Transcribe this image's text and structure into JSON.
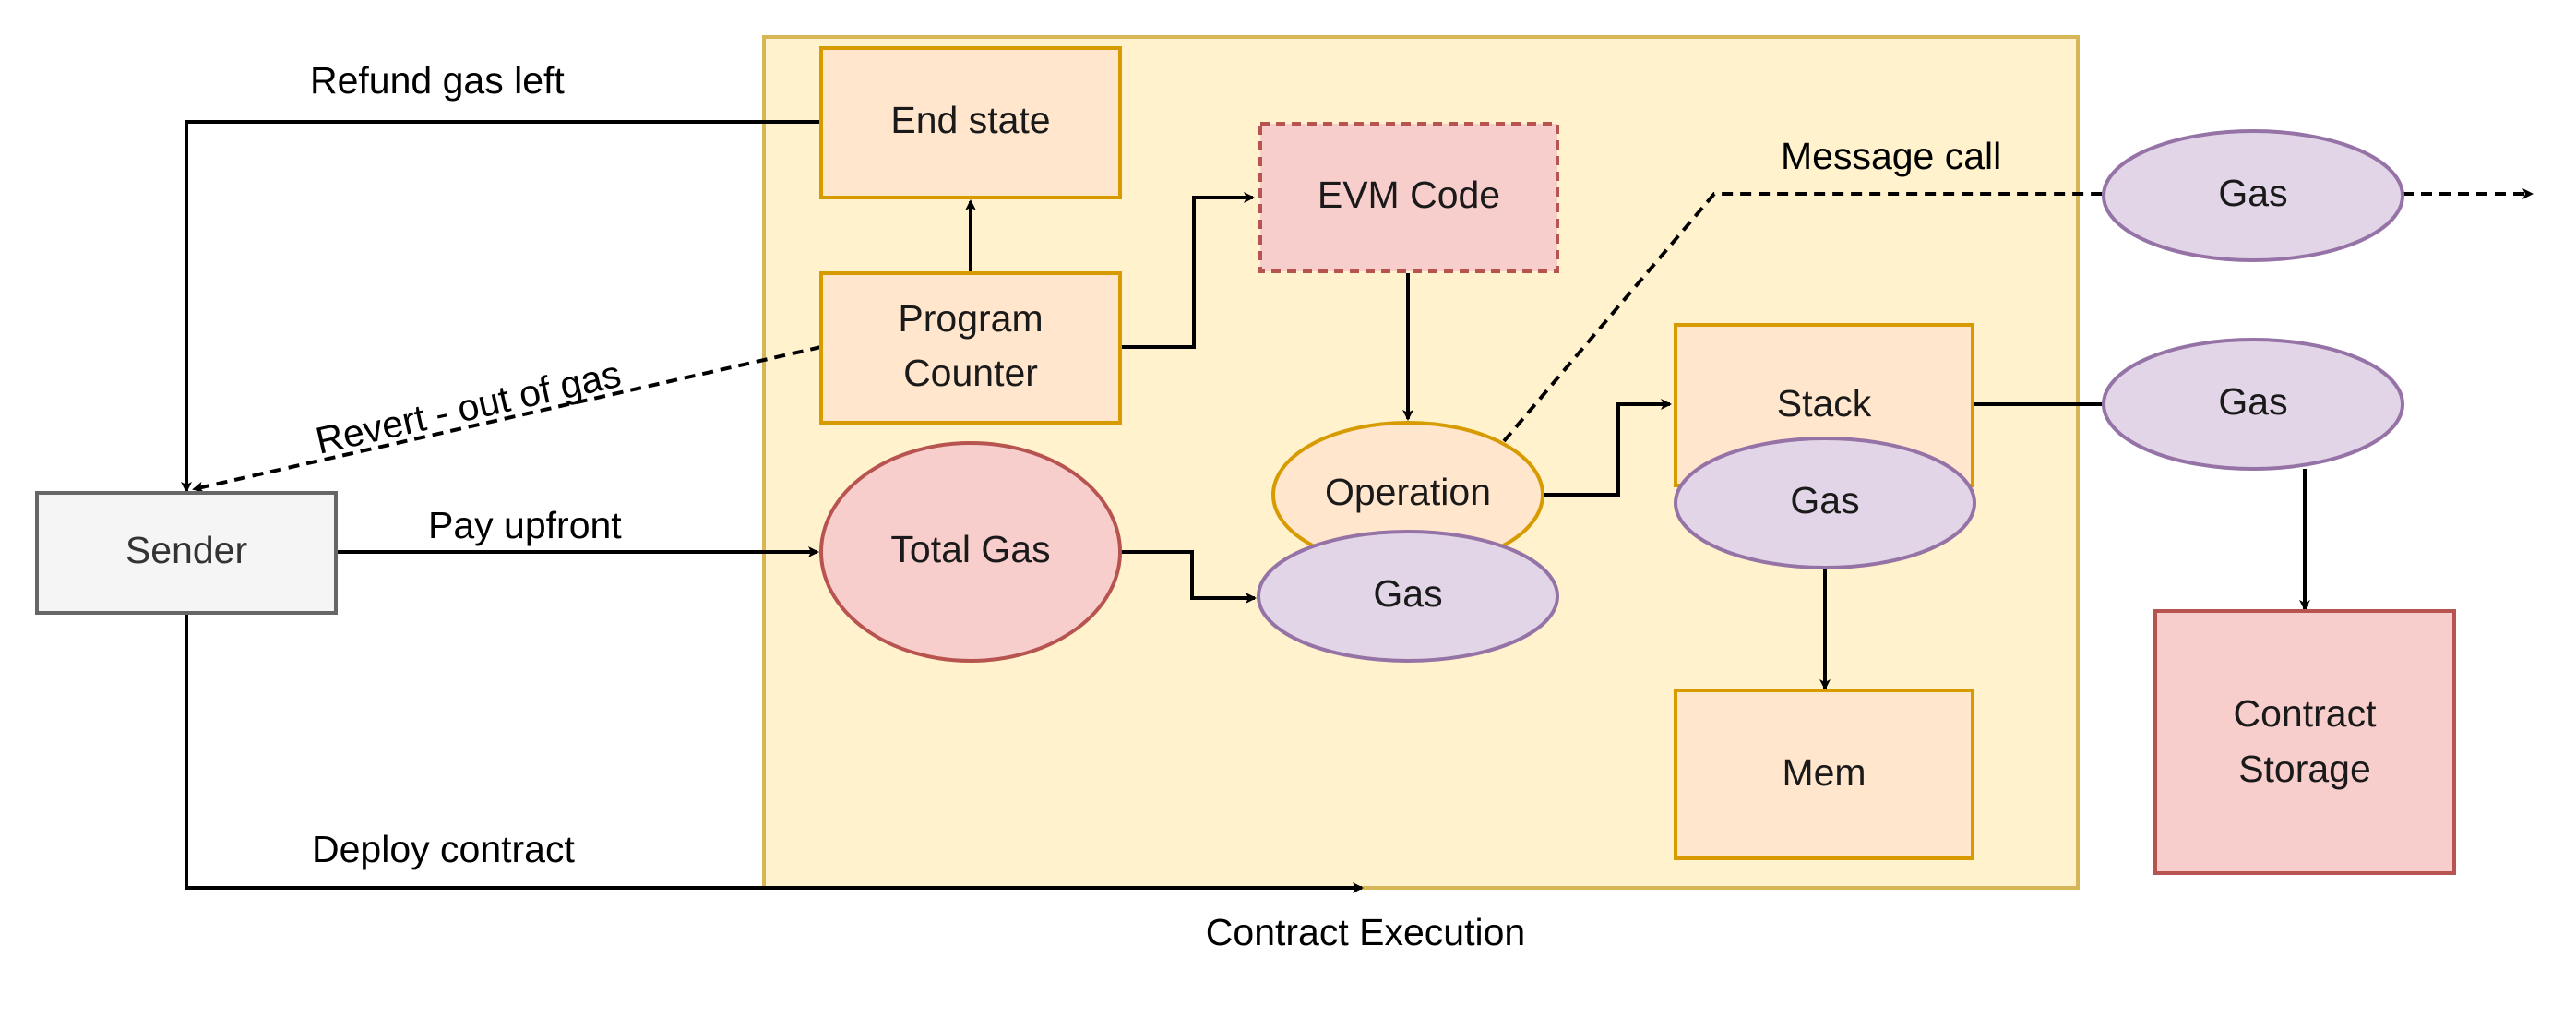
{
  "colors": {
    "container_fill": "#fff2cc",
    "container_stroke": "#d6b656",
    "orange_fill": "#ffe6cc",
    "orange_stroke": "#d79b00",
    "red_fill": "#f8cecc",
    "red_stroke": "#b85450",
    "purple_fill": "#e1d5e7",
    "purple_stroke": "#9673a6",
    "grey_fill": "#f5f5f5",
    "grey_stroke": "#666666",
    "edge": "#000000"
  },
  "nodes": {
    "sender": "Sender",
    "end_state": "End state",
    "program_counter": [
      "Program",
      "Counter"
    ],
    "evm_code": "EVM Code",
    "total_gas": "Total Gas",
    "operation": "Operation",
    "operation_gas": "Gas",
    "stack": "Stack",
    "stack_gas": "Gas",
    "mem": "Mem",
    "message_call_gas": "Gas",
    "storage_gas": "Gas",
    "contract_storage": [
      "Contract",
      "Storage"
    ]
  },
  "edges": {
    "refund": "Refund gas left",
    "revert": "Revert - out of gas",
    "pay_upfront": "Pay upfront",
    "deploy": "Deploy contract",
    "message_call": "Message call"
  },
  "container_label": "Contract Execution"
}
